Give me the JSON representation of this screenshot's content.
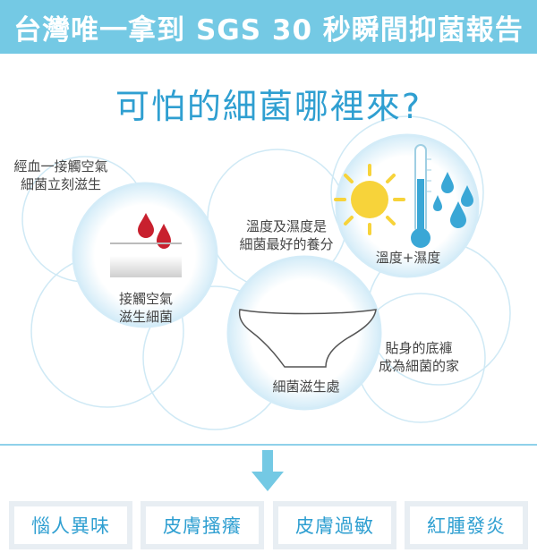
{
  "banner": {
    "title": "台灣唯一拿到 SGS 30 秒瞬間抑菌報告"
  },
  "headline": {
    "text": "可怕的細菌哪裡來?"
  },
  "bubbles": {
    "contact": {
      "outer_text": "經血一接觸空氣\n細菌立刻滋生",
      "inner_text": "接觸空氣\n滋生細菌"
    },
    "climate": {
      "outer_text": "溫度及濕度是\n細菌最好的養分",
      "inner_text": "溫度+濕度"
    },
    "underwear": {
      "outer_text": "貼身的底褲\n成為細菌的家",
      "inner_text": "細菌滋生處"
    }
  },
  "tags": [
    "惱人異味",
    "皮膚搔癢",
    "皮膚過敏",
    "紅腫發炎"
  ],
  "colors": {
    "banner": "#74c9e4",
    "accent": "#2f9fd1",
    "blood": "#c8202e",
    "sun": "#f7d33a",
    "water": "#3aa7d6"
  }
}
